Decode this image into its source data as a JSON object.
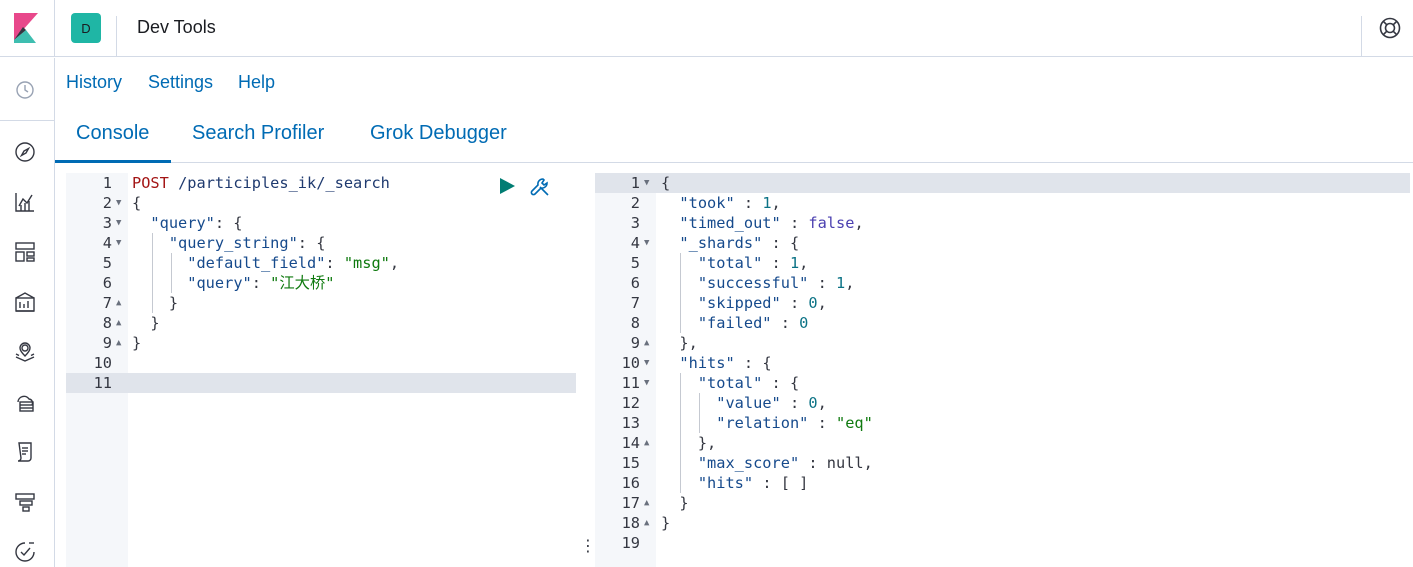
{
  "header": {
    "space_initial": "D",
    "title": "Dev Tools"
  },
  "leftnav": {
    "items": [
      "recently-viewed",
      "discover",
      "visualize",
      "dashboard",
      "canvas",
      "maps",
      "infrastructure",
      "logs",
      "apm",
      "uptime"
    ]
  },
  "topmenu": {
    "history": "History",
    "settings": "Settings",
    "help": "Help"
  },
  "tabs": {
    "console": "Console",
    "search_profiler": "Search Profiler",
    "grok_debugger": "Grok Debugger",
    "active": "Console"
  },
  "request_editor": {
    "line_numbers": [
      "1",
      "2",
      "3",
      "4",
      "5",
      "6",
      "7",
      "8",
      "9",
      "10",
      "11"
    ],
    "method": "POST",
    "path": "/participles_ik/_search",
    "key_query": "\"query\"",
    "key_query_string": "\"query_string\"",
    "key_default_field": "\"default_field\"",
    "val_default_field": "\"msg\"",
    "key_query_inner": "\"query\"",
    "val_query": "\"江大桥\""
  },
  "response_editor": {
    "line_numbers": [
      "1",
      "2",
      "3",
      "4",
      "5",
      "6",
      "7",
      "8",
      "9",
      "10",
      "11",
      "12",
      "13",
      "14",
      "15",
      "16",
      "17",
      "18",
      "19"
    ],
    "took_key": "\"took\"",
    "took_val": "1",
    "timed_out_key": "\"timed_out\"",
    "timed_out_val": "false",
    "shards_key": "\"_shards\"",
    "total_key": "\"total\"",
    "total_val": "1",
    "successful_key": "\"successful\"",
    "successful_val": "1",
    "skipped_key": "\"skipped\"",
    "skipped_val": "0",
    "failed_key": "\"failed\"",
    "failed_val": "0",
    "hits_key": "\"hits\"",
    "hits_total_key": "\"total\"",
    "value_key": "\"value\"",
    "value_val": "0",
    "relation_key": "\"relation\"",
    "relation_val": "\"eq\"",
    "max_score_key": "\"max_score\"",
    "max_score_val": "null",
    "inner_hits_key": "\"hits\"",
    "inner_hits_val": "[ ]"
  },
  "colors": {
    "link": "#006bb4",
    "play": "#017d73",
    "border": "#d3dae6"
  }
}
